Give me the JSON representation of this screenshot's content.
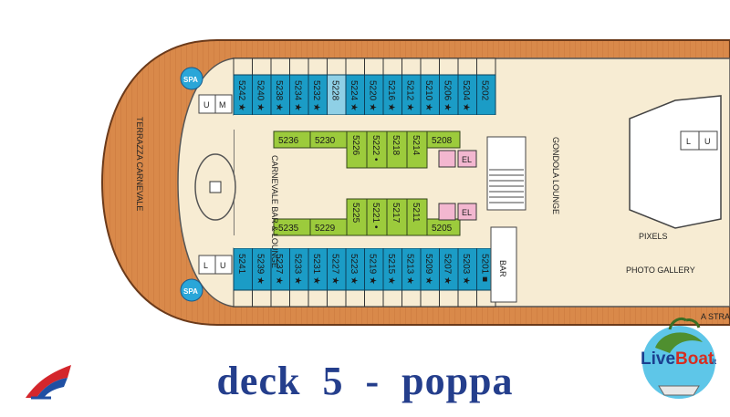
{
  "title": "deck  5  -  poppa",
  "areas": {
    "terrace": "TERRAZZA CARNEVALE",
    "lounge": "CARNEVALE BAR & LOUNGE",
    "gondola": "GONDOLA LOUNGE",
    "gallery_1": "PIXELS",
    "gallery_2": "PHOTO GALLERY",
    "bar": "BAR",
    "strada": "A STRA",
    "spa": "SPA",
    "elevator": "EL",
    "men": "U",
    "women": "M",
    "ladies": "L"
  },
  "cabins": {
    "top_row": [
      "5242 ★",
      "5240 ★",
      "5238 ★",
      "5234 ★",
      "5232 ★",
      "5228",
      "5224 ★",
      "5220 ★",
      "5216 ★",
      "5212 ★",
      "5210 ★",
      "5206 ★",
      "5204 ★",
      "5202"
    ],
    "bottom_row": [
      "5241",
      "5239 ★",
      "5237 ★",
      "5233 ★",
      "5231 ★",
      "5227 ★",
      "5223 ★",
      "5219 ★",
      "5215 ★",
      "5213 ★",
      "5209 ★",
      "5207 ★",
      "5203 ★",
      "5201 ■"
    ],
    "inner_top": [
      "5236",
      "5230",
      "5226",
      "5222 •",
      "5218",
      "5214",
      "5208"
    ],
    "inner_bottom": [
      "5235",
      "5229",
      "5225",
      "5221 •",
      "5217",
      "5211",
      "5205"
    ]
  },
  "brand": {
    "name_1": "Live",
    "name_2": "Boat",
    "suffix": ".it"
  },
  "colors": {
    "deck_wood": "#d9894a",
    "floor": "#f7ecd3",
    "cabin_blue": "#1b9cc6",
    "cabin_green": "#9ccb3c",
    "elevator_pink": "#f3b7d0",
    "title_blue": "#243e8c",
    "spa_blue": "#2aa6d8"
  }
}
